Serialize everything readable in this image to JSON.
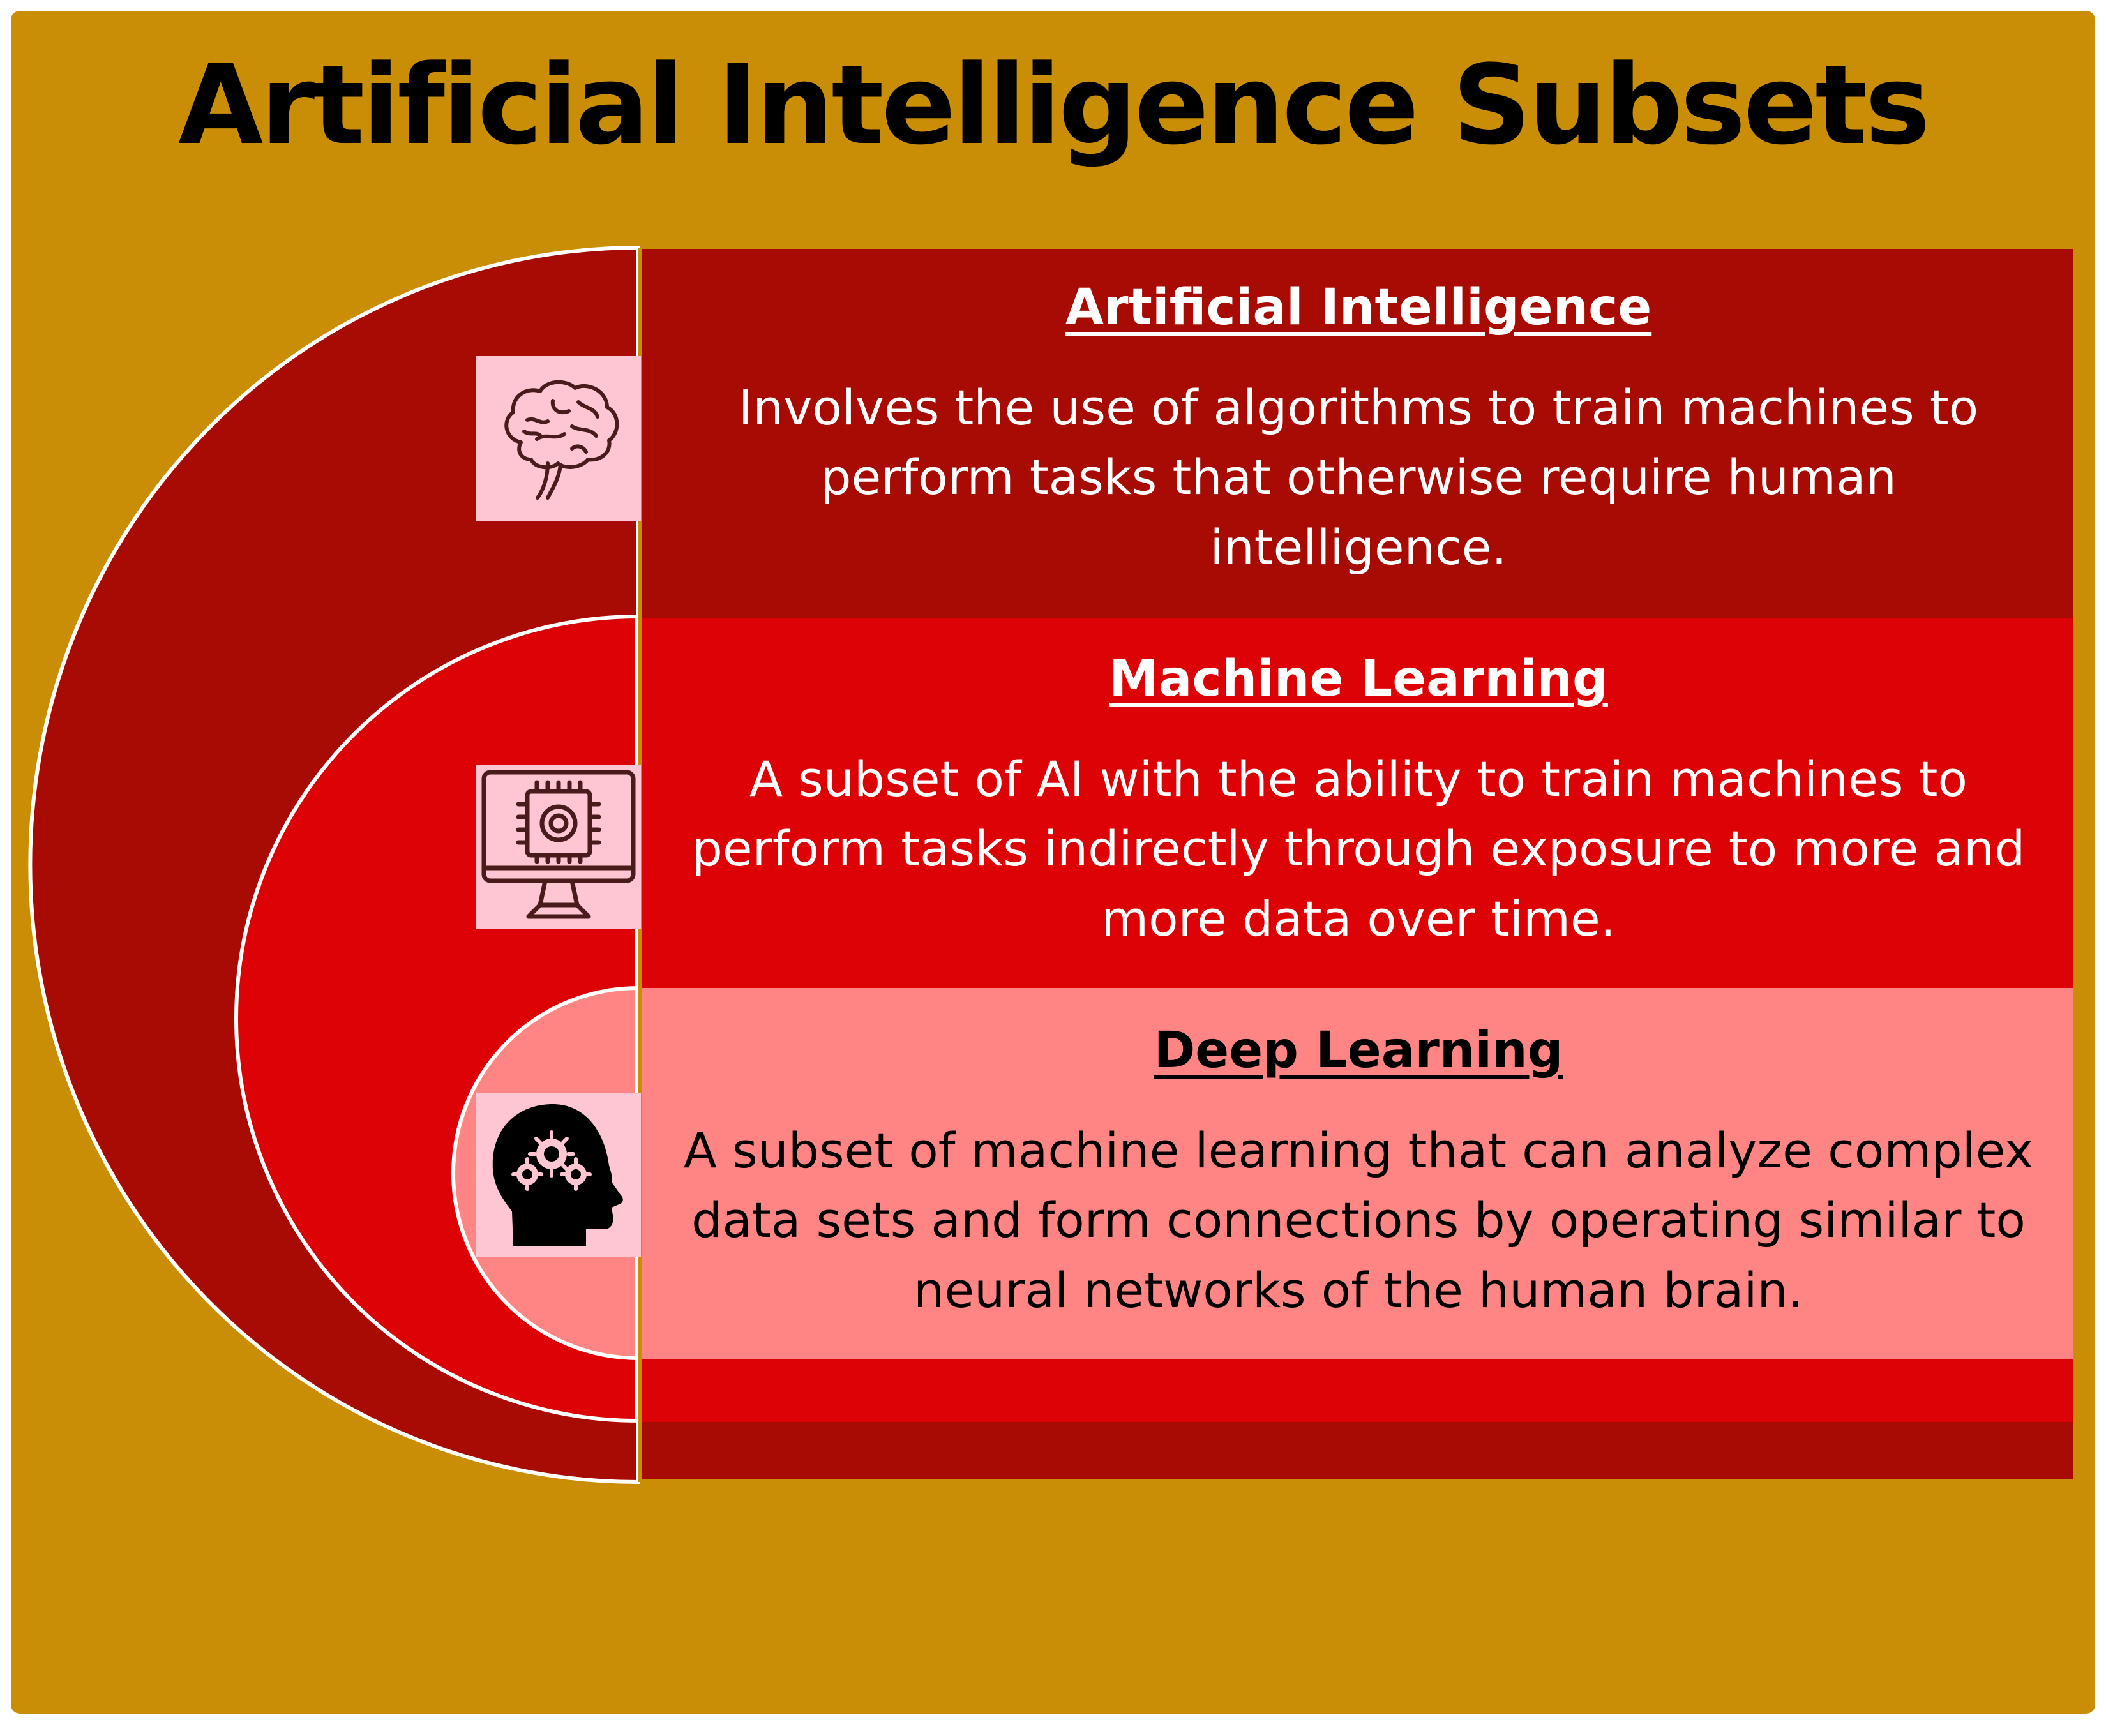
{
  "title": "Artificial Intelligence Subsets",
  "sections": [
    {
      "heading": "Artificial Intelligence",
      "description": "Involves the use of algorithms to train machines to perform tasks that otherwise require human intelligence.",
      "icon": "brain-icon",
      "color": "#A80B03"
    },
    {
      "heading": "Machine Learning",
      "description": "A subset of AI with the ability to train machines to perform tasks indirectly through exposure to more and more data over time.",
      "icon": "computer-chip-icon",
      "color": "#DD0205"
    },
    {
      "heading": "Deep Learning",
      "description": "A subset of machine learning that can analyze complex data sets and form connections by operating similar to neural networks of the human brain.",
      "icon": "head-gears-icon",
      "color": "#FF8584"
    }
  ],
  "colors": {
    "background": "#C98E05",
    "icon_tile": "#FDC6D2"
  }
}
